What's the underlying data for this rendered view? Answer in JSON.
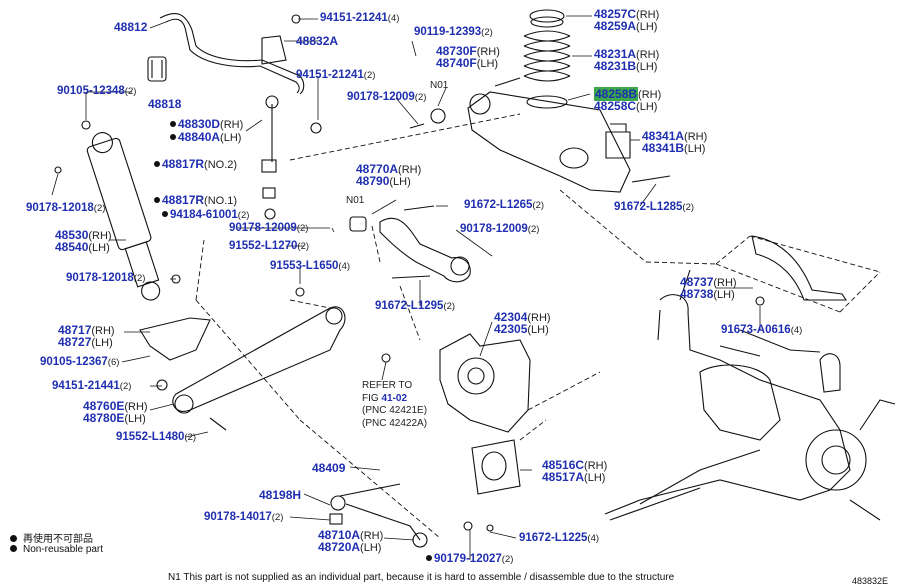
{
  "labels": [
    {
      "id": "48812",
      "code": "48812"
    },
    {
      "id": "94151-21241a",
      "code": "94151-21241",
      "qty": "(4)"
    },
    {
      "id": "48832A",
      "code": "48832A"
    },
    {
      "id": "94151-21241b",
      "code": "94151-21241",
      "qty": "(2)"
    },
    {
      "id": "48818",
      "code": "48818"
    },
    {
      "id": "90105-12348",
      "code": "90105-12348",
      "qty": "(2)"
    },
    {
      "id": "48830D",
      "code": "48830D",
      "qty": "(RH)",
      "dot": true
    },
    {
      "id": "48840A",
      "code": "48840A",
      "qty": "(LH)",
      "dot": true
    },
    {
      "id": "48817R-2",
      "code": "48817R",
      "qty": "(NO.2)",
      "dot": true
    },
    {
      "id": "48817R-1",
      "code": "48817R",
      "qty": "(NO.1)",
      "dot": true
    },
    {
      "id": "94184-61001",
      "code": "94184-61001",
      "qty": "(2)",
      "dot": true
    },
    {
      "id": "90178-12018a",
      "code": "90178-12018",
      "qty": "(2)"
    },
    {
      "id": "48530",
      "code": "48530",
      "qty": "(RH)"
    },
    {
      "id": "48540",
      "code": "48540",
      "qty": "(LH)"
    },
    {
      "id": "90178-12018b",
      "code": "90178-12018",
      "qty": "(2)"
    },
    {
      "id": "90119-12393",
      "code": "90119-12393",
      "qty": "(2)"
    },
    {
      "id": "48730F",
      "code": "48730F",
      "qty": "(RH)"
    },
    {
      "id": "48740F",
      "code": "48740F",
      "qty": "(LH)"
    },
    {
      "id": "N01a",
      "code": "N01"
    },
    {
      "id": "90178-12009a",
      "code": "90178-12009",
      "qty": "(2)"
    },
    {
      "id": "48257C",
      "code": "48257C",
      "qty": "(RH)"
    },
    {
      "id": "48259A",
      "code": "48259A",
      "qty": "(LH)"
    },
    {
      "id": "48231A",
      "code": "48231A",
      "qty": "(RH)"
    },
    {
      "id": "48231B",
      "code": "48231B",
      "qty": "(LH)"
    },
    {
      "id": "48258B",
      "code": "48258B",
      "qty": "(RH)"
    },
    {
      "id": "48258C",
      "code": "48258C",
      "qty": "(LH)"
    },
    {
      "id": "48341A",
      "code": "48341A",
      "qty": "(RH)"
    },
    {
      "id": "48341B",
      "code": "48341B",
      "qty": "(LH)"
    },
    {
      "id": "48770A",
      "code": "48770A",
      "qty": "(RH)"
    },
    {
      "id": "48790",
      "code": "48790",
      "qty": "(LH)"
    },
    {
      "id": "N01b",
      "code": "N01"
    },
    {
      "id": "91672-L1265",
      "code": "91672-L1265",
      "qty": "(2)"
    },
    {
      "id": "91672-L1285",
      "code": "91672-L1285",
      "qty": "(2)"
    },
    {
      "id": "90178-12009b",
      "code": "90178-12009",
      "qty": "(2)"
    },
    {
      "id": "91552-L1270",
      "code": "91552-L1270",
      "qty": "(2)"
    },
    {
      "id": "90178-12009c",
      "code": "90178-12009",
      "qty": "(2)"
    },
    {
      "id": "91553-L1650",
      "code": "91553-L1650",
      "qty": "(4)"
    },
    {
      "id": "91672-L1295",
      "code": "91672-L1295",
      "qty": "(2)"
    },
    {
      "id": "48737",
      "code": "48737",
      "qty": "(RH)"
    },
    {
      "id": "48738",
      "code": "48738",
      "qty": "(LH)"
    },
    {
      "id": "91673-A0616",
      "code": "91673-A0616",
      "qty": "(4)"
    },
    {
      "id": "48717",
      "code": "48717",
      "qty": "(RH)"
    },
    {
      "id": "48727",
      "code": "48727",
      "qty": "(LH)"
    },
    {
      "id": "90105-12367",
      "code": "90105-12367",
      "qty": "(6)"
    },
    {
      "id": "94151-21441",
      "code": "94151-21441",
      "qty": "(2)"
    },
    {
      "id": "48760E",
      "code": "48760E",
      "qty": "(RH)"
    },
    {
      "id": "48780E",
      "code": "48780E",
      "qty": "(LH)"
    },
    {
      "id": "91552-L1480",
      "code": "91552-L1480",
      "qty": "(2)"
    },
    {
      "id": "42304",
      "code": "42304",
      "qty": "(RH)"
    },
    {
      "id": "42305",
      "code": "42305",
      "qty": "(LH)"
    },
    {
      "id": "48409",
      "code": "48409"
    },
    {
      "id": "48516C",
      "code": "48516C",
      "qty": "(RH)"
    },
    {
      "id": "48517A",
      "code": "48517A",
      "qty": "(LH)"
    },
    {
      "id": "48198H",
      "code": "48198H"
    },
    {
      "id": "90178-14017",
      "code": "90178-14017",
      "qty": "(2)"
    },
    {
      "id": "48710A",
      "code": "48710A",
      "qty": "(RH)"
    },
    {
      "id": "48720A",
      "code": "48720A",
      "qty": "(LH)"
    },
    {
      "id": "91672-L1225",
      "code": "91672-L1225",
      "qty": "(4)"
    },
    {
      "id": "90179-12027",
      "code": "90179-12027",
      "qty": "(2)",
      "dot": true
    }
  ],
  "refer": {
    "line1": "REFER TO",
    "line2_prefix": "FIG ",
    "line2_link": "41-02",
    "line3": "(PNC 42421E)",
    "line4": "(PNC 42422A)"
  },
  "legend": {
    "item1": "再使用不可部品",
    "item2": "Non-reusable part"
  },
  "footnote": "N1  This part is not supplied as an individual part, because it is hard to assemble / disassemble due to the structure",
  "illustration_id": "483832E",
  "colors": {
    "part_number": "#1f2fb0",
    "highlight": "#3aa84a",
    "line": "#111111"
  }
}
